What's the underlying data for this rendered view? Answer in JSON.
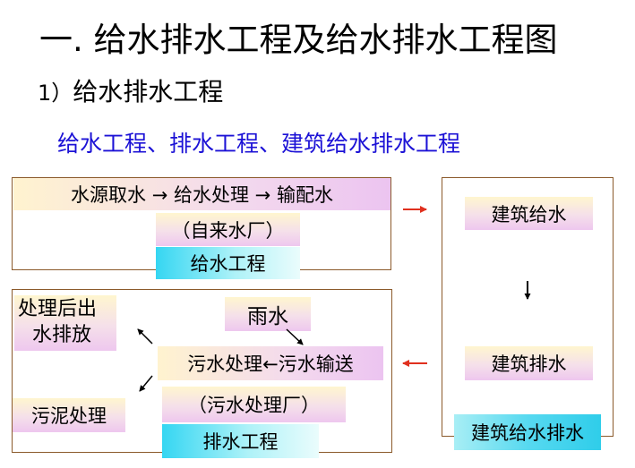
{
  "title": "一. 给水排水工程及给水排水工程图",
  "subtitle": {
    "num": "1）",
    "text": "给水排水工程"
  },
  "intro": "给水工程、排水工程、建筑给水排水工程",
  "supply": {
    "flow": "水源取水 → 给水处理 → 输配水",
    "plant": "（自来水厂）",
    "name": "给水工程"
  },
  "building": {
    "supply": "建筑给水",
    "drain": "建筑排水",
    "name": "建筑给水排水"
  },
  "drainage": {
    "discharge_line1": "处理后出",
    "discharge_line2": "水排放",
    "rain": "雨水",
    "flow": "污水处理←污水输送",
    "sludge": "污泥处理",
    "plant": "（污水处理厂）",
    "name": "排水工程"
  },
  "colors": {
    "frame": "#8b5a2b",
    "arrow_red": "#e0301e",
    "intro_blue": "#1c12d6"
  }
}
